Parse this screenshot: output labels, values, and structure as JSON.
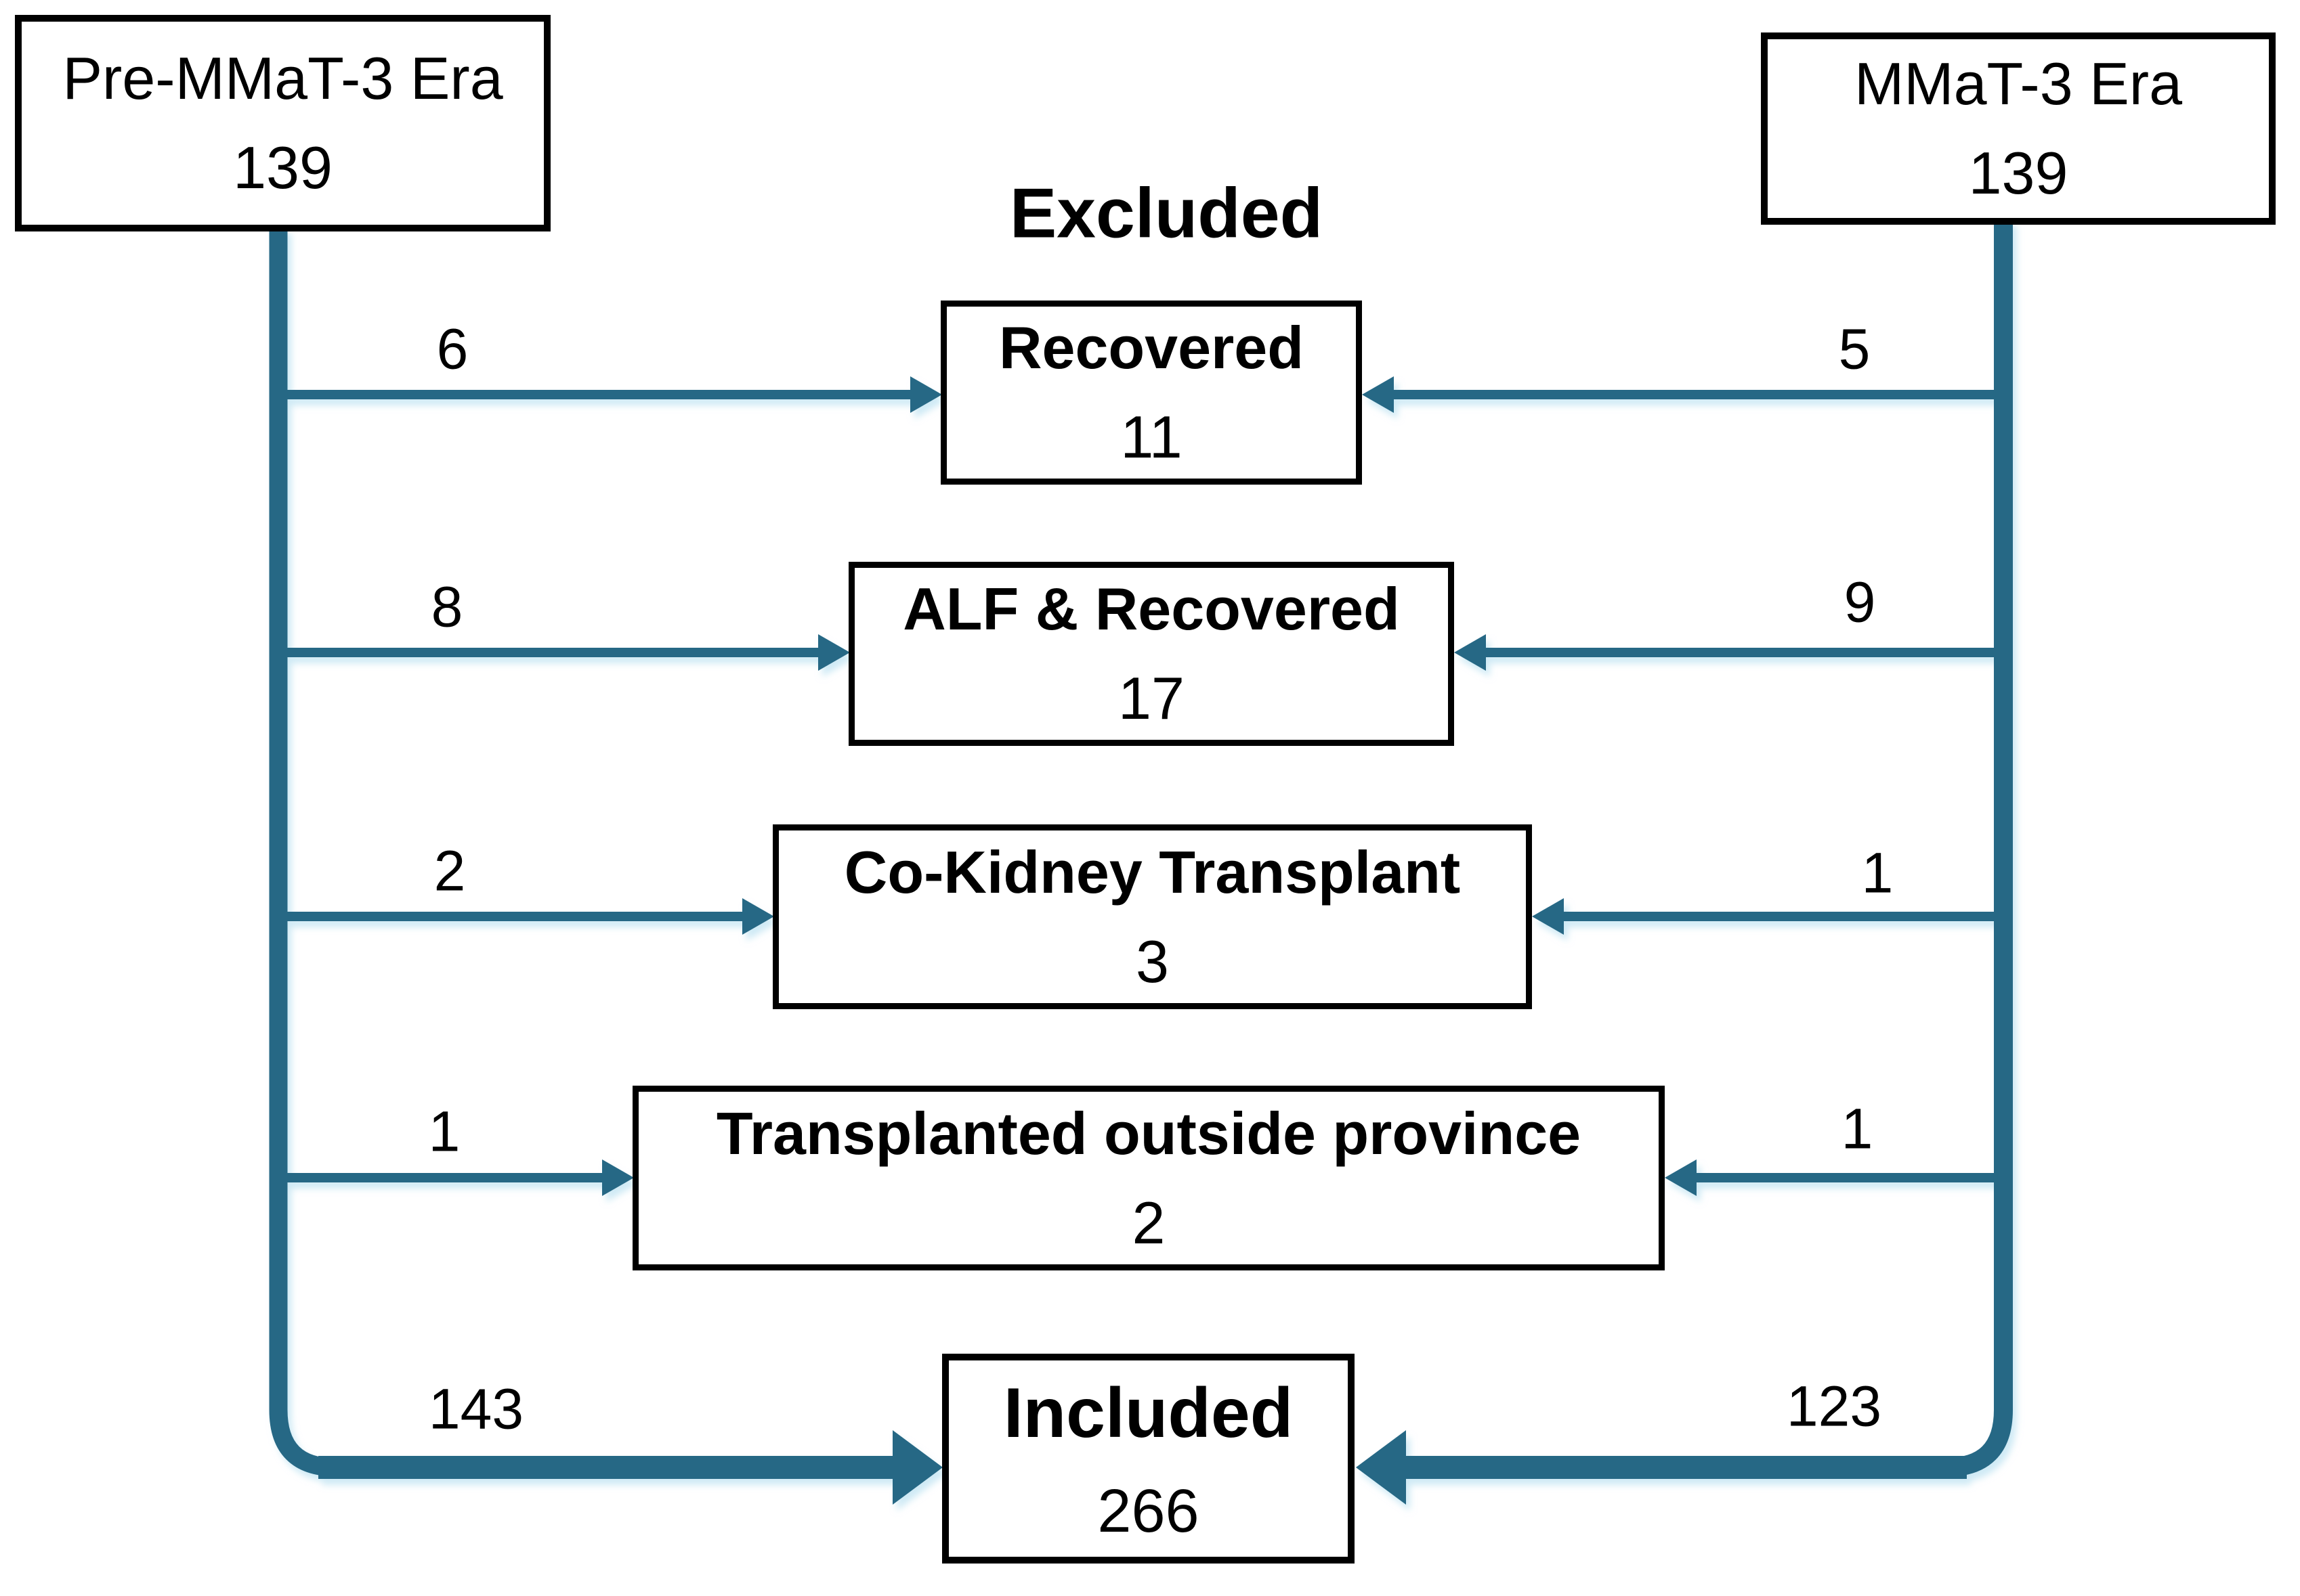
{
  "colors": {
    "arrow": "#266885",
    "border": "#000000",
    "bg": "#ffffff",
    "text": "#000000"
  },
  "excluded_title": "Excluded",
  "sources": {
    "left": {
      "label": "Pre-MMaT-3 Era",
      "count": "139"
    },
    "right": {
      "label": "MMaT-3 Era",
      "count": "139"
    }
  },
  "rows": [
    {
      "label": "Recovered",
      "total": "11",
      "left_count": "6",
      "right_count": "5"
    },
    {
      "label": "ALF & Recovered",
      "total": "17",
      "left_count": "8",
      "right_count": "9"
    },
    {
      "label": "Co-Kidney Transplant",
      "total": "3",
      "left_count": "2",
      "right_count": "1"
    },
    {
      "label": "Transplanted outside province",
      "total": "2",
      "left_count": "1",
      "right_count": "1"
    }
  ],
  "included": {
    "label": "Included",
    "total": "266",
    "left_count": "143",
    "right_count": "123"
  }
}
